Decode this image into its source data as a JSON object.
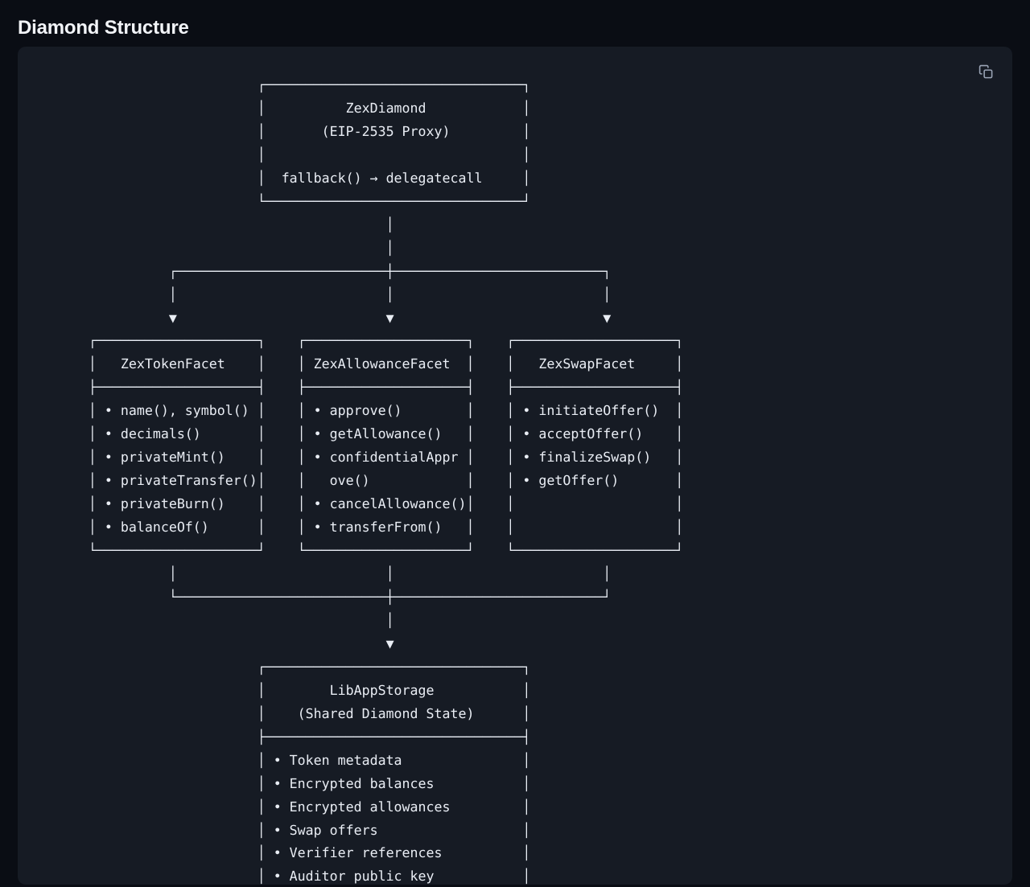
{
  "page": {
    "title": "Diamond Structure",
    "background_color": "#0a0d14",
    "card_color": "#161b24",
    "text_color": "#e9edf4"
  },
  "toolbar": {
    "copy_button_label": "",
    "copy_icon": "copy-icon"
  },
  "diagram": {
    "type": "ascii-art-flowchart",
    "nodes": [
      {
        "id": "zexdiamond",
        "title": "ZexDiamond",
        "subtitle": "(EIP-2535 Proxy)",
        "body": [
          "fallback() → delegatecall"
        ]
      },
      {
        "id": "zextokenfacet",
        "title": "ZexTokenFacet",
        "subtitle": "",
        "body": [
          "name(), symbol()",
          "decimals()",
          "privateMint()",
          "privateTransfer()",
          "privateBurn()",
          "balanceOf()"
        ]
      },
      {
        "id": "zexallowancefacet",
        "title": "ZexAllowanceFacet",
        "subtitle": "",
        "body": [
          "approve()",
          "getAllowance()",
          "confidentialApprove()",
          "cancelAllowance()",
          "transferFrom()"
        ]
      },
      {
        "id": "zexswapfacet",
        "title": "ZexSwapFacet",
        "subtitle": "",
        "body": [
          "initiateOffer()",
          "acceptOffer()",
          "finalizeSwap()",
          "getOffer()"
        ]
      },
      {
        "id": "libappstorage",
        "title": "LibAppStorage",
        "subtitle": "(Shared Diamond State)",
        "body": [
          "Token metadata",
          "Encrypted balances",
          "Encrypted allowances",
          "Swap offers",
          "Verifier references",
          "Auditor public key"
        ]
      }
    ],
    "edges": [
      {
        "from": "zexdiamond",
        "to": "zextokenfacet"
      },
      {
        "from": "zexdiamond",
        "to": "zexallowancefacet"
      },
      {
        "from": "zexdiamond",
        "to": "zexswapfacet"
      },
      {
        "from": "zextokenfacet",
        "to": "libappstorage"
      },
      {
        "from": "zexallowancefacet",
        "to": "libappstorage"
      },
      {
        "from": "zexswapfacet",
        "to": "libappstorage"
      }
    ],
    "ascii": "                             ┌────────────────────────────────┐\n                             │          ZexDiamond            │\n                             │       (EIP-2535 Proxy)         │\n                             │                                │\n                             │  fallback() → delegatecall     │\n                             └────────────────────────────────┘\n                                             │\n                                             │\n                  ┌──────────────────────────┼──────────────────────────┐\n                  │                          │                          │\n                  ▼                          ▼                          ▼\n        ┌────────────────────┐    ┌────────────────────┐    ┌────────────────────┐\n        │   ZexTokenFacet    │    │ ZexAllowanceFacet  │    │   ZexSwapFacet     │\n        ├────────────────────┤    ├────────────────────┤    ├────────────────────┤\n        │ • name(), symbol() │    │ • approve()        │    │ • initiateOffer()  │\n        │ • decimals()       │    │ • getAllowance()   │    │ • acceptOffer()    │\n        │ • privateMint()    │    │ • confidentialAppr │    │ • finalizeSwap()   │\n        │ • privateTransfer()│    │   ove()            │    │ • getOffer()       │\n        │ • privateBurn()    │    │ • cancelAllowance()│    │                    │\n        │ • balanceOf()      │    │ • transferFrom()   │    │                    │\n        └────────────────────┘    └────────────────────┘    └────────────────────┘\n                  │                          │                          │\n                  └──────────────────────────┼──────────────────────────┘\n                                             │\n                                             ▼\n                             ┌────────────────────────────────┐\n                             │        LibAppStorage           │\n                             │    (Shared Diamond State)      │\n                             ├────────────────────────────────┤\n                             │ • Token metadata               │\n                             │ • Encrypted balances           │\n                             │ • Encrypted allowances         │\n                             │ • Swap offers                  │\n                             │ • Verifier references          │\n                             │ • Auditor public key           │\n                             └────────────────────────────────┘"
  }
}
